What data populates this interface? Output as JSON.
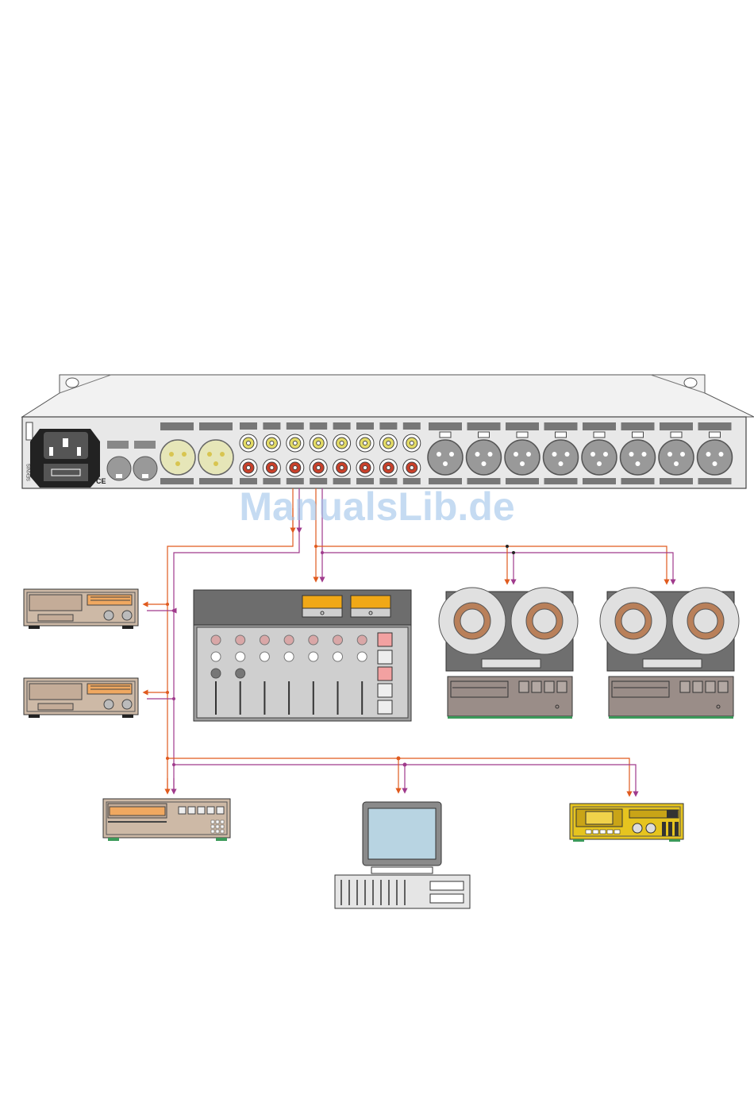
{
  "rack_unit": {
    "brand_label": "SEKNIS",
    "ce_mark": "CE",
    "rca_pairs": 8,
    "xlr_outputs": 8
  },
  "watermark": {
    "text": "ManualsLib.de"
  },
  "devices": [
    {
      "id": "dat-recorder-1",
      "type": "cassette-deck"
    },
    {
      "id": "dat-recorder-2",
      "type": "cassette-deck"
    },
    {
      "id": "mixing-console",
      "type": "mixer"
    },
    {
      "id": "reel-to-reel-1",
      "type": "tape-machine"
    },
    {
      "id": "reel-to-reel-2",
      "type": "tape-machine"
    },
    {
      "id": "cd-recorder",
      "type": "recorder"
    },
    {
      "id": "computer",
      "type": "pc"
    },
    {
      "id": "mini-disc",
      "type": "recorder"
    }
  ],
  "colors": {
    "signal_out": "#e05a1e",
    "signal_in": "#a03a8c",
    "panel": "#e8e8e8",
    "deck_face": "#cdb9a6",
    "minidisc_body": "#e6c41f",
    "monitor_screen": "#b8d4e2",
    "reel": "#e0e0e0",
    "hub": "#b9805a",
    "meter": "#f0a817",
    "watermark": "#9ec3ea"
  }
}
